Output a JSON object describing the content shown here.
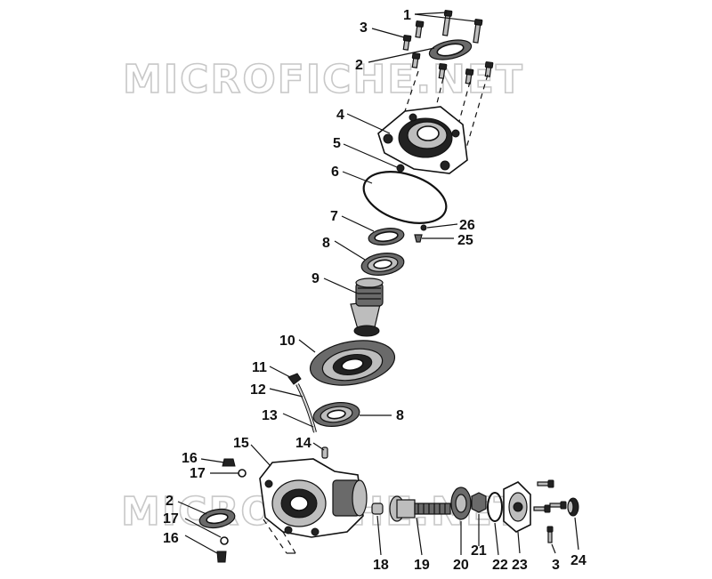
{
  "watermark": {
    "text": "MICROFICHE.NET",
    "text_bottom": "MICROFICHE.NET"
  },
  "callouts": [
    "1",
    "3",
    "2",
    "4",
    "5",
    "6",
    "7",
    "26",
    "25",
    "8",
    "9",
    "10",
    "11",
    "12",
    "13",
    "8",
    "14",
    "15",
    "16",
    "17",
    "2",
    "17",
    "16",
    "18",
    "19",
    "20",
    "21",
    "22",
    "23",
    "3",
    "24"
  ]
}
